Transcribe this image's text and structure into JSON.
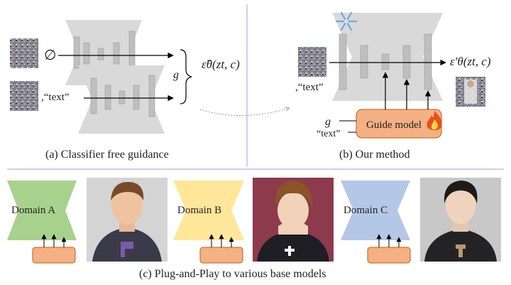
{
  "panel_a": {
    "empty_token": "∅",
    "text_token": ",“text”",
    "g_label": "g",
    "output_label": "ε̃θ(zt, c)",
    "caption": "(a) Classifier free guidance"
  },
  "panel_b": {
    "text_token": ",“text”",
    "g_label": "g",
    "text_input": "“text”",
    "guide_model_label": "Guide model",
    "output_label": "ε′θ(zt, c)",
    "caption": "(b) Our method",
    "frozen_icon": "snowflake-icon",
    "trainable_icon": "fire-icon"
  },
  "panel_c": {
    "domains": [
      {
        "label": "Domain A",
        "color": "#a9d18e"
      },
      {
        "label": "Domain B",
        "color": "#ffe699"
      },
      {
        "label": "Domain C",
        "color": "#b4c7e7"
      }
    ],
    "caption": "(c) Plug-and-Play to various base models"
  },
  "colors": {
    "unet_fill": "#d9d9d9",
    "guide_fill": "#f4b183",
    "guide_stroke": "#c55a11",
    "divider": "#8faadc"
  }
}
